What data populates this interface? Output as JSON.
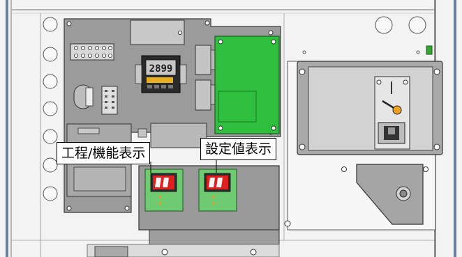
{
  "callouts": {
    "process_function_display": "工程/機能表示",
    "setpoint_display": "設定値表示"
  },
  "controller": {
    "display_digits": "2899"
  },
  "colors": {
    "panel_grey": "#9d9d9d",
    "pcb_green": "#2fbf3f",
    "display_board_green": "#6ecb72",
    "led_red": "#e0201f"
  }
}
